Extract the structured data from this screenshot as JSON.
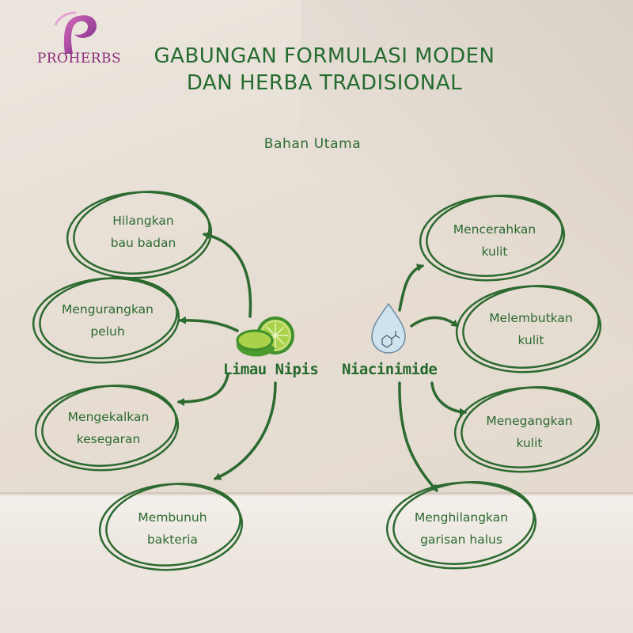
{
  "brand": {
    "name": "PROHERBS",
    "color": "#8c2b7a"
  },
  "title": {
    "line1": "GABUNGAN FORMULASI MODEN",
    "line2": "DAN HERBA TRADISIONAL"
  },
  "subtitle": "Bahan Utama",
  "colors": {
    "green": "#2c6a30",
    "background": "#e8e0d7"
  },
  "hubs": {
    "left": {
      "label": "Limau Nipis",
      "icon": "lime-slices-icon"
    },
    "right": {
      "label": "Niacinimide",
      "icon": "water-drop-molecule-icon"
    }
  },
  "left_benefits": [
    {
      "line1": "Hilangkan",
      "line2": "bau badan"
    },
    {
      "line1": "Mengurangkan",
      "line2": "peluh"
    },
    {
      "line1": "Mengekalkan",
      "line2": "kesegaran"
    },
    {
      "line1": "Membunuh",
      "line2": "bakteria"
    }
  ],
  "right_benefits": [
    {
      "line1": "Mencerahkan",
      "line2": "kulit"
    },
    {
      "line1": "Melembutkan",
      "line2": "kulit"
    },
    {
      "line1": "Menegangkan",
      "line2": "kulit"
    },
    {
      "line1": "Menghilangkan",
      "line2": "garisan halus"
    }
  ]
}
